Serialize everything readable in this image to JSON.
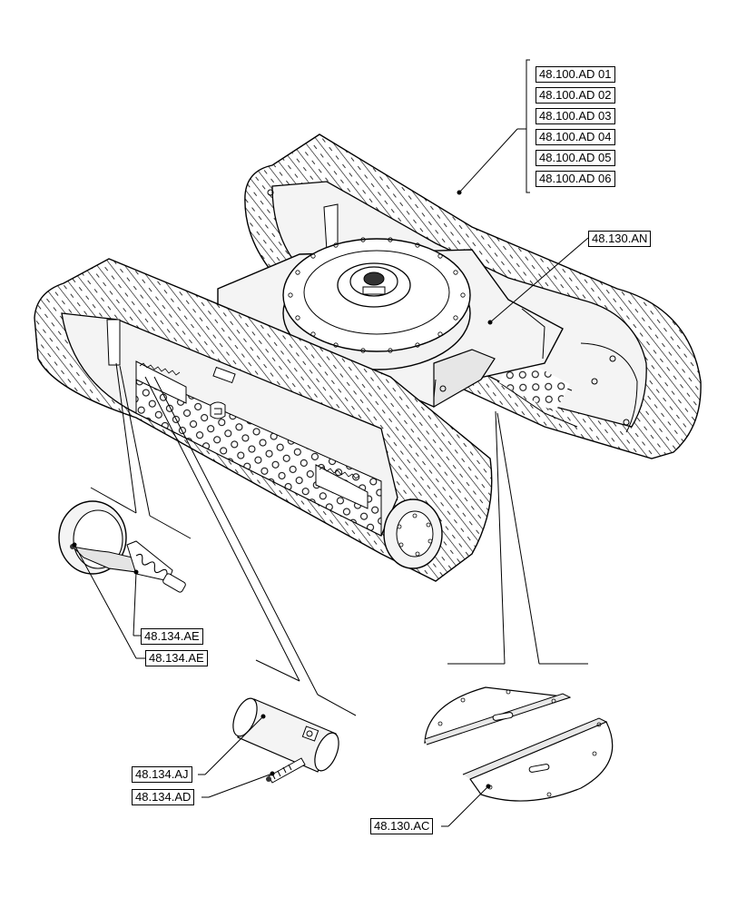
{
  "callouts": {
    "track_links": [
      "48.100.AD 01",
      "48.100.AD 02",
      "48.100.AD 03",
      "48.100.AD 04",
      "48.100.AD 05",
      "48.100.AD 06"
    ],
    "frame": "48.130.AN",
    "idler_upper": "48.134.AE",
    "idler_lower": "48.134.AE",
    "tensioner_cylinder": "48.134.AJ",
    "grease_fitting": "48.134.AD",
    "cover_plate": "48.130.AC"
  },
  "colors": {
    "line": "#000000",
    "paper": "#ffffff",
    "part_fill": "#f4f4f4",
    "shade": "#d8d8d8"
  }
}
